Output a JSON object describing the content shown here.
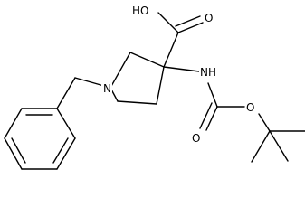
{
  "diagram": {
    "type": "skeletal-formula",
    "colors": {
      "bond": "#000000",
      "background": "#ffffff"
    },
    "atom_labels": {
      "carboxyl_oh": "HO",
      "carboxyl_o": "O",
      "ring_n": "N",
      "amide_nh": "NH",
      "carbamate_o": "O",
      "ester_o": "O"
    }
  }
}
